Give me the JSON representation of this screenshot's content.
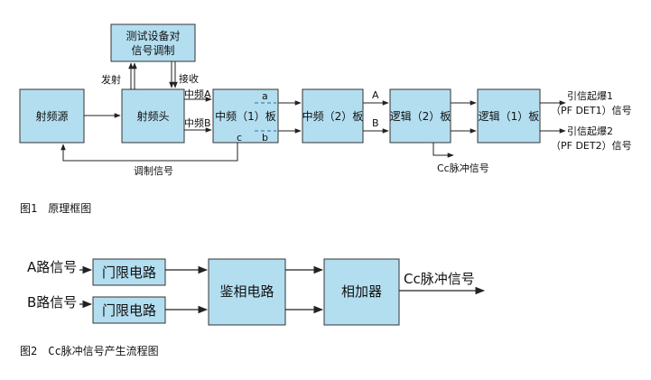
{
  "fig1": {
    "boxes": {
      "test_equipment": [
        "测试设备对",
        "信号调制"
      ],
      "rf_source": "射频源",
      "rf_head": "射频头",
      "if1": "中频（1）板",
      "if2": "中频（2）板",
      "logic2": "逻辑（2）板",
      "logic1": "逻辑（1）板"
    },
    "labels": {
      "transmit": "发射",
      "receive": "接收",
      "if_a": "中频A",
      "if_b": "中频B",
      "port_a": "a",
      "port_b": "b",
      "port_c": "c",
      "line_a": "A",
      "line_b": "B",
      "mod_signal": "调制信号",
      "cc_pulse": "Cc脉冲信号",
      "fuze1": "引信起爆1",
      "fuze1_sub": "（PF DET1）信号",
      "fuze2": "引信起爆2",
      "fuze2_sub": "（PF DET2）信号"
    },
    "caption": "图1　原理框图"
  },
  "fig2": {
    "inputs": [
      "A路信号",
      "B路信号"
    ],
    "boxes": {
      "gate1": "门限电路",
      "gate2": "门限电路",
      "phase": "鉴相电路",
      "adder": "相加器"
    },
    "output": "Cc脉冲信号",
    "caption": "图2　Cc脉冲信号产生流程图"
  },
  "colors": {
    "box_fill": "#b3def0",
    "dashed_port": "#2a6fb0"
  }
}
